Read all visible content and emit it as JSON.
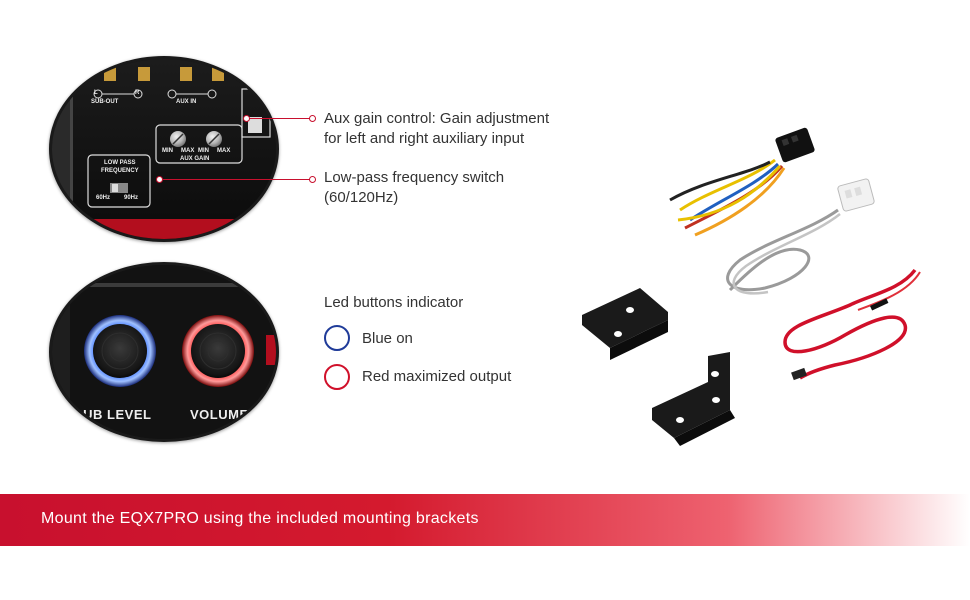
{
  "callouts": {
    "aux_gain": {
      "line1": "Aux gain control: Gain adjustment",
      "line2": "for left and right auxiliary input"
    },
    "low_pass": {
      "line1": "Low-pass frequency switch",
      "line2": "(60/120Hz)"
    }
  },
  "led_indicator": {
    "title": "Led buttons indicator",
    "items": [
      {
        "label": "Blue on",
        "color": "#1f3b99"
      },
      {
        "label": "Red maximized output",
        "color": "#d0102a"
      }
    ]
  },
  "panel_labels": {
    "sub_out": "SUB-OUT",
    "aux_in": "AUX IN",
    "left": "L",
    "right": "R",
    "min": "MIN",
    "max": "MAX",
    "aux_gain": "AUX GAIN",
    "low_pass_line1": "LOW PASS",
    "low_pass_line2": "FREQUENCY",
    "hz60": "60Hz",
    "hz90": "90Hz",
    "sub_level": "SUB LEVEL",
    "volume": "VOLUME"
  },
  "banner": {
    "text": "Mount the EQX7PRO using the included mounting brackets"
  },
  "colors": {
    "accent": "#c8102e",
    "blue_led": "#2f6bff",
    "red_led": "#ff2a2a"
  }
}
